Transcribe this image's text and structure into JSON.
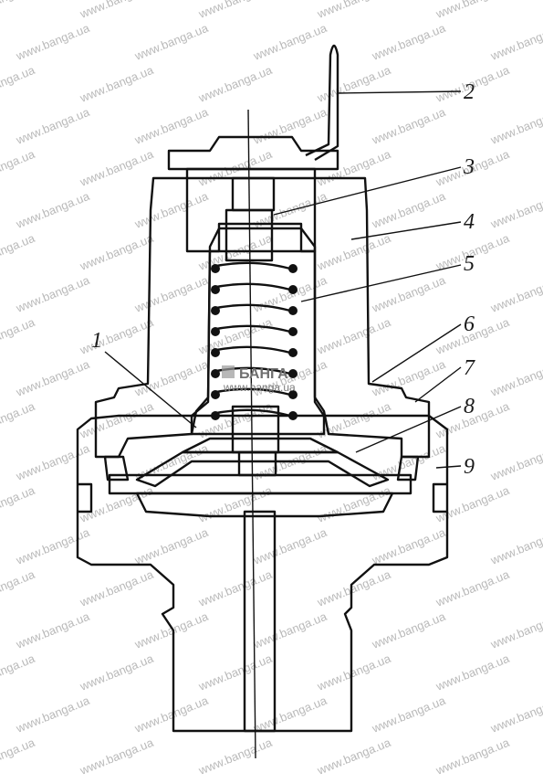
{
  "diagram": {
    "callouts": [
      {
        "id": "1",
        "text": "1"
      },
      {
        "id": "2",
        "text": "2"
      },
      {
        "id": "3",
        "text": "3"
      },
      {
        "id": "4",
        "text": "4"
      },
      {
        "id": "5",
        "text": "5"
      },
      {
        "id": "6",
        "text": "6"
      },
      {
        "id": "7",
        "text": "7"
      },
      {
        "id": "8",
        "text": "8"
      },
      {
        "id": "9",
        "text": "9"
      }
    ]
  },
  "watermark": {
    "url": "www.banga.ua",
    "logo": "БАНГА"
  },
  "colors": {
    "ink": "#111111",
    "hatch": "#3a3a3a",
    "watermark": "#b9b9b9",
    "paper": "#ffffff"
  }
}
